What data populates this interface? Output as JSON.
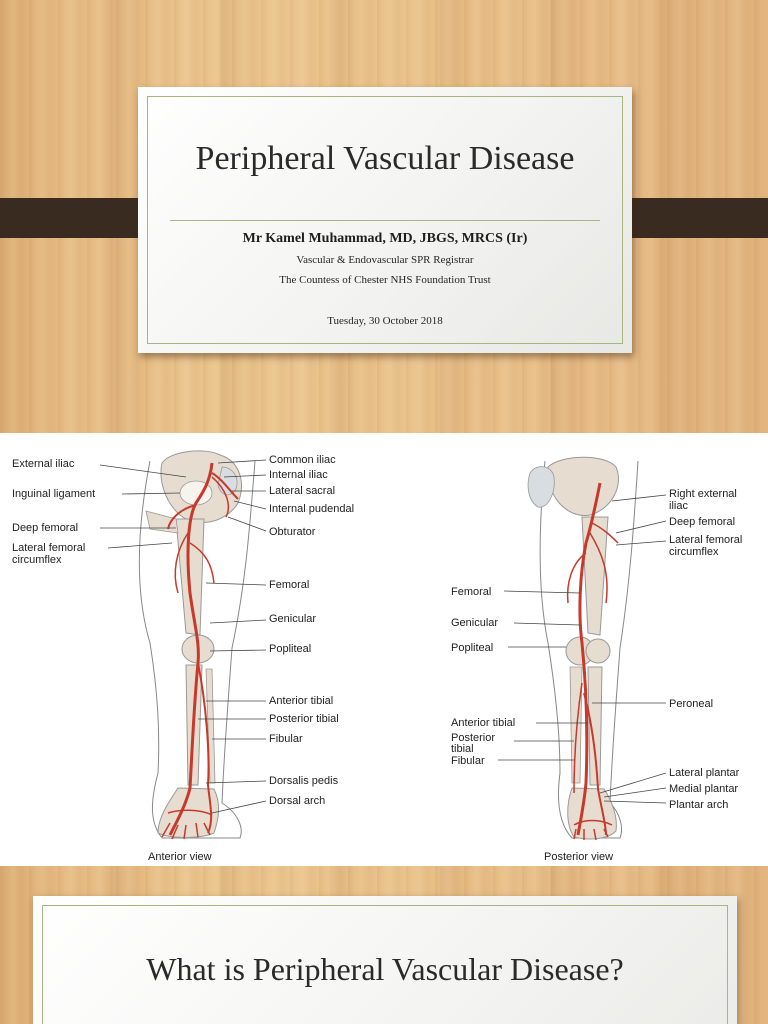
{
  "slide1": {
    "title": "Peripheral Vascular Disease",
    "author": "Mr Kamel Muhammad, MD, JBGS, MRCS (Ir)",
    "role": "Vascular & Endovascular SPR Registrar",
    "trust": "The Countess of Chester NHS Foundation Trust",
    "date": "Tuesday, 30 October 2018"
  },
  "figure": {
    "anterior": {
      "caption": "Anterior view",
      "left_labels": [
        "External iliac",
        "Inguinal ligament",
        "Deep femoral",
        "Lateral femoral",
        "circumflex"
      ],
      "right_labels": [
        "Common iliac",
        "Internal iliac",
        "Lateral sacral",
        "Internal pudendal",
        "Obturator",
        "Femoral",
        "Genicular",
        "Popliteal",
        "Anterior tibial",
        "Posterior tibial",
        "Fibular",
        "Dorsalis pedis",
        "Dorsal arch"
      ]
    },
    "posterior": {
      "caption": "Posterior view",
      "left_labels": [
        "Femoral",
        "Genicular",
        "Popliteal",
        "Anterior tibial",
        "Posterior",
        "tibial",
        "Fibular"
      ],
      "right_labels": [
        "Right external",
        "iliac",
        "Deep femoral",
        "Lateral femoral",
        "circumflex",
        "Peroneal",
        "Lateral plantar",
        "Medial plantar",
        "Plantar arch"
      ]
    },
    "colors": {
      "artery": "#c8392b",
      "bone": "#e6ddd0",
      "outline": "#777777"
    }
  },
  "slide2": {
    "title": "What is Peripheral Vascular Disease?"
  }
}
